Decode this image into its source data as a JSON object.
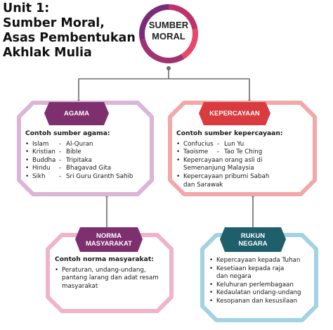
{
  "title": {
    "line1": "Unit 1:",
    "line2": "Sumber Moral,",
    "line3": "Asas Pembentukan",
    "line4": "Akhlak Mulia"
  },
  "hub": {
    "line1": "SUMBER",
    "line2": "MORAL"
  },
  "agama": {
    "label": "AGAMA",
    "heading": "Contoh sumber agama:",
    "rows": [
      {
        "name": "Islam",
        "source": "Al-Quran"
      },
      {
        "name": "Kristian",
        "source": "Bible"
      },
      {
        "name": "Buddha",
        "source": "Tripitaka"
      },
      {
        "name": "Hindu",
        "source": "Bhagavad Gita"
      },
      {
        "name": "Sikh",
        "source": "Sri Guru Granth Sahib"
      }
    ]
  },
  "kepercayaan": {
    "label": "KEPERCAYAAN",
    "heading": "Contoh sumber kepercayaan:",
    "rows": [
      {
        "name": "Confucius",
        "source": "Lun Yu"
      },
      {
        "name": "Taoisme",
        "source": "Tao Te Ching"
      }
    ],
    "items": [
      "Kepercayaan orang asli di Semenanjung Malaysia",
      "Kepercayaan pribumi Sabah dan Sarawak"
    ]
  },
  "norma": {
    "label_line1": "NORMA",
    "label_line2": "MASYARAKAT",
    "heading": "Contoh norma masyarakat:",
    "items": [
      "Peraturan, undang-undang, pantang larang dan adat resam masyarakat"
    ]
  },
  "rukun": {
    "label_line1": "RUKUN",
    "label_line2": "NEGARA",
    "items": [
      "Kepercayaan kepada Tuhan",
      "Kesetiaan kepada raja dan negara",
      "Keluhuran perlembagaan",
      "Kedaulatan undang-undang",
      "Kesopanan dan kesusilaan"
    ]
  },
  "glyphs": {
    "bullet": "•",
    "dash": "-"
  },
  "colors": {
    "agama_tab": "#7e2f6e",
    "agama_border": "#dcb4d5",
    "kepercayaan_tab": "#d93b3f",
    "kepercayaan_border": "#f2a8a8",
    "norma_tab": "#7e2f6e",
    "norma_border": "#f0b3c8",
    "rukun_tab": "#1f5f6c",
    "rukun_border": "#a3d2e2",
    "hub_ring_1": "#7a2c79",
    "hub_ring_2": "#c0306a",
    "hub_ring_3": "#e8476a",
    "connector": "#6b6b6b"
  }
}
